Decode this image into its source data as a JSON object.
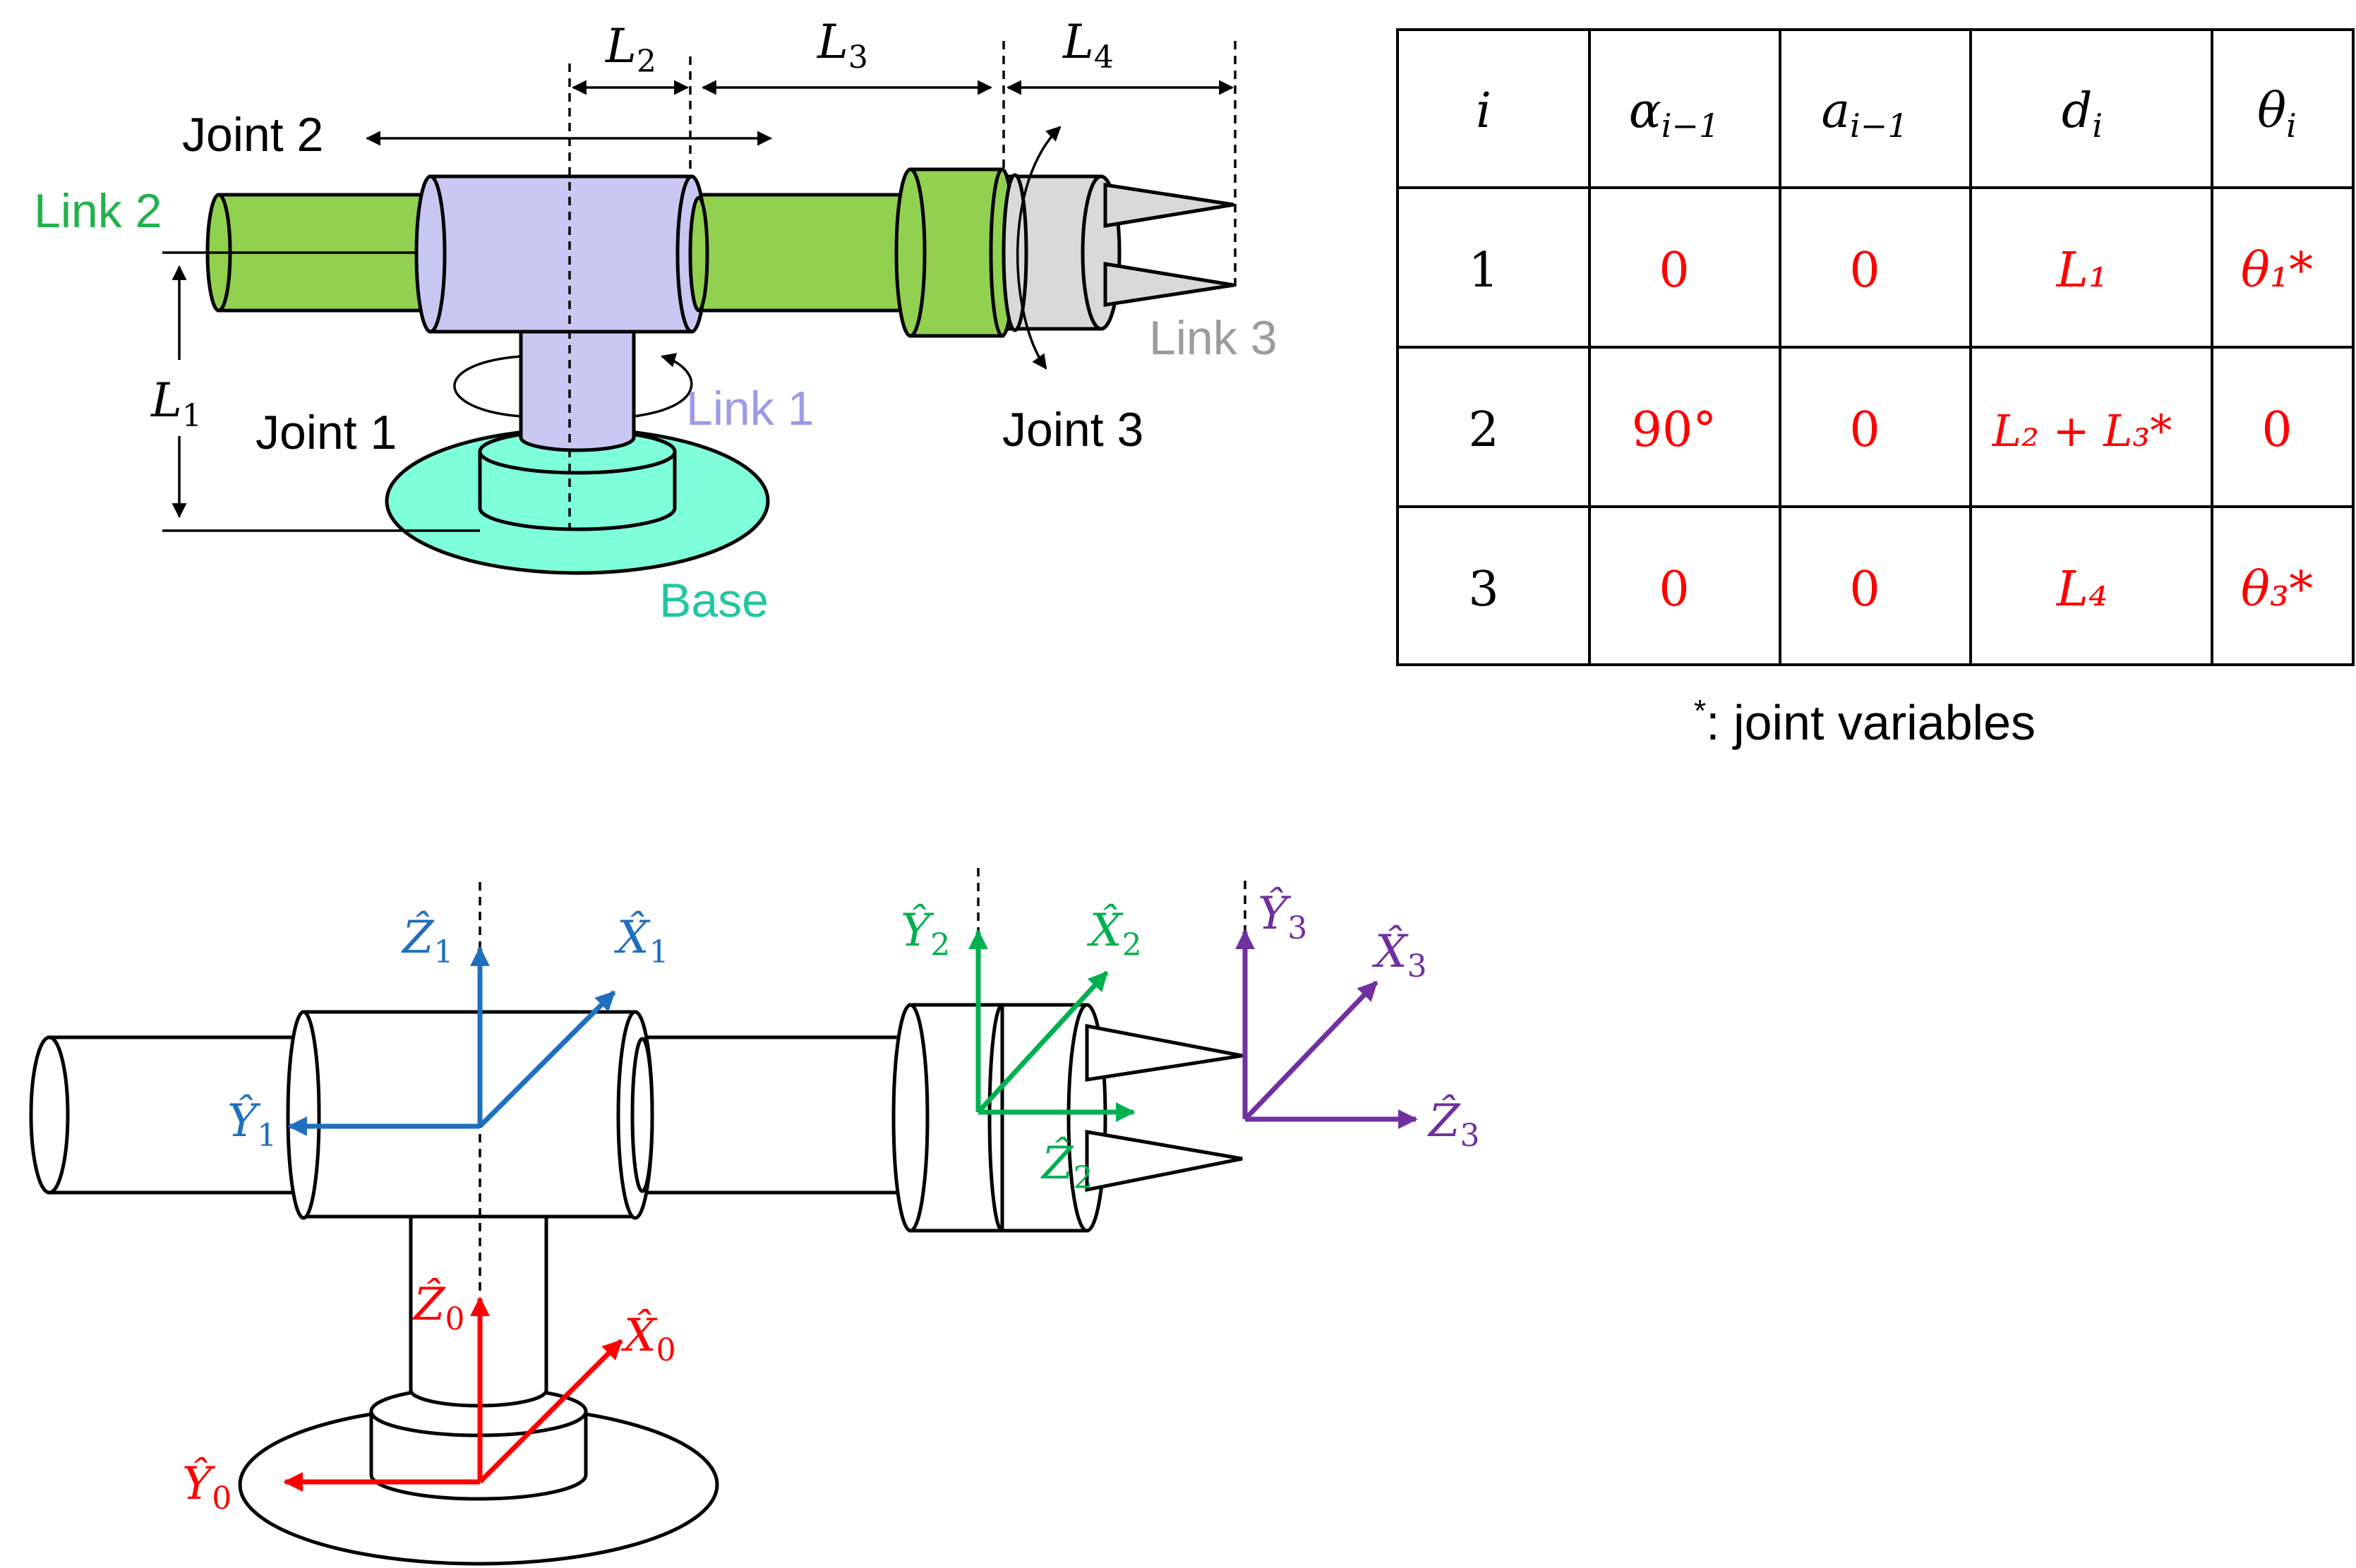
{
  "colors": {
    "link1": "#c8c8f2",
    "link1_label": "#9b9be8",
    "link2": "#92d050",
    "link2_label": "#22b14c",
    "link3": "#d9d9d9",
    "link3_label": "#9b9b9b",
    "base": "#7fffd9",
    "base_label": "#22c7a0",
    "dh_values": "#ff0000",
    "frame0": "#ff0000",
    "frame1": "#1f6fbf",
    "frame2": "#00b050",
    "frame3": "#7030a0"
  },
  "robot_labels": {
    "joint1": "Joint 1",
    "joint2": "Joint 2",
    "joint3": "Joint 3",
    "link1": "Link 1",
    "link2": "Link 2",
    "link3": "Link 3",
    "base": "Base"
  },
  "dimensions": {
    "l1": {
      "sym": "L",
      "sub": "1"
    },
    "l2": {
      "sym": "L",
      "sub": "2"
    },
    "l3": {
      "sym": "L",
      "sub": "3"
    },
    "l4": {
      "sym": "L",
      "sub": "4"
    }
  },
  "dh_table": {
    "headers": [
      {
        "sym": "i",
        "sub": ""
      },
      {
        "sym": "α",
        "sub": "i−1"
      },
      {
        "sym": "a",
        "sub": "i−1"
      },
      {
        "sym": "d",
        "sub": "i"
      },
      {
        "sym": "θ",
        "sub": "i"
      }
    ],
    "rows": [
      [
        "1",
        "0",
        "0",
        "L₁",
        "θ₁*"
      ],
      [
        "2",
        "90°",
        "0",
        "L₂ + L₃*",
        "0"
      ],
      [
        "3",
        "0",
        "0",
        "L₄",
        "θ₃*"
      ]
    ],
    "footnote_mark": "*",
    "footnote_text": ": joint variables"
  },
  "frames": {
    "x0": {
      "sym": "X̂",
      "sub": "0"
    },
    "y0": {
      "sym": "Ŷ",
      "sub": "0"
    },
    "z0": {
      "sym": "Ẑ",
      "sub": "0"
    },
    "x1": {
      "sym": "X̂",
      "sub": "1"
    },
    "y1": {
      "sym": "Ŷ",
      "sub": "1"
    },
    "z1": {
      "sym": "Ẑ",
      "sub": "1"
    },
    "x2": {
      "sym": "X̂",
      "sub": "2"
    },
    "y2": {
      "sym": "Ŷ",
      "sub": "2"
    },
    "z2": {
      "sym": "Ẑ",
      "sub": "2"
    },
    "x3": {
      "sym": "X̂",
      "sub": "3"
    },
    "y3": {
      "sym": "Ŷ",
      "sub": "3"
    },
    "z3": {
      "sym": "Ẑ",
      "sub": "3"
    }
  }
}
